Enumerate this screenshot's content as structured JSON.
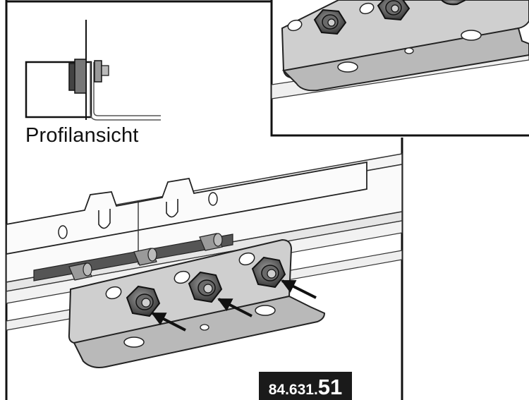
{
  "figure": {
    "profile_label": "Profilansicht",
    "part_number_prefix": "84.631.",
    "part_number_suffix": "51"
  },
  "callouts": [
    {
      "icon": "arrow-icon",
      "target": "nut-left"
    },
    {
      "icon": "arrow-icon",
      "target": "nut-middle"
    },
    {
      "icon": "arrow-icon",
      "target": "nut-right"
    }
  ],
  "colors": {
    "outline": "#111111",
    "metal_light": "#d4d4d4",
    "metal_dark": "#8a8a8a",
    "gap": "#555555",
    "badge_bg": "#1a1a1a"
  }
}
